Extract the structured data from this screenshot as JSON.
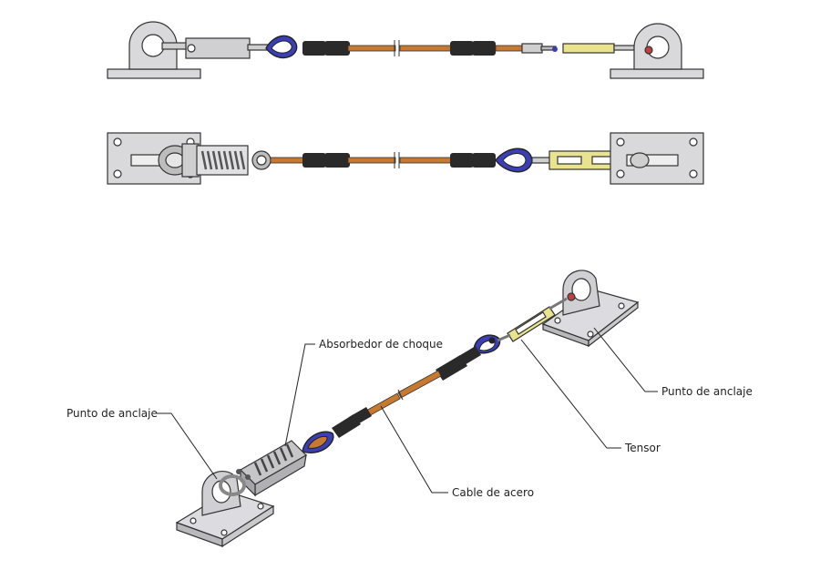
{
  "labels": {
    "shock_absorber": "Absorbedor de choque",
    "anchor_left": "Punto de anclaje",
    "anchor_right": "Punto de anclaje",
    "tensioner": "Tensor",
    "steel_cable": "Cable de acero"
  },
  "colors": {
    "plate": "#d9d9dc",
    "cable": "#c7792f",
    "sleeve": "#2a2a2a",
    "thimble": "#3a3fb6",
    "tensor_body": "#e9e38e",
    "turnbuckle_top": "#cfc9bf",
    "eye_bolt": "#b0b0b0",
    "spring": "#8c8c8c"
  }
}
